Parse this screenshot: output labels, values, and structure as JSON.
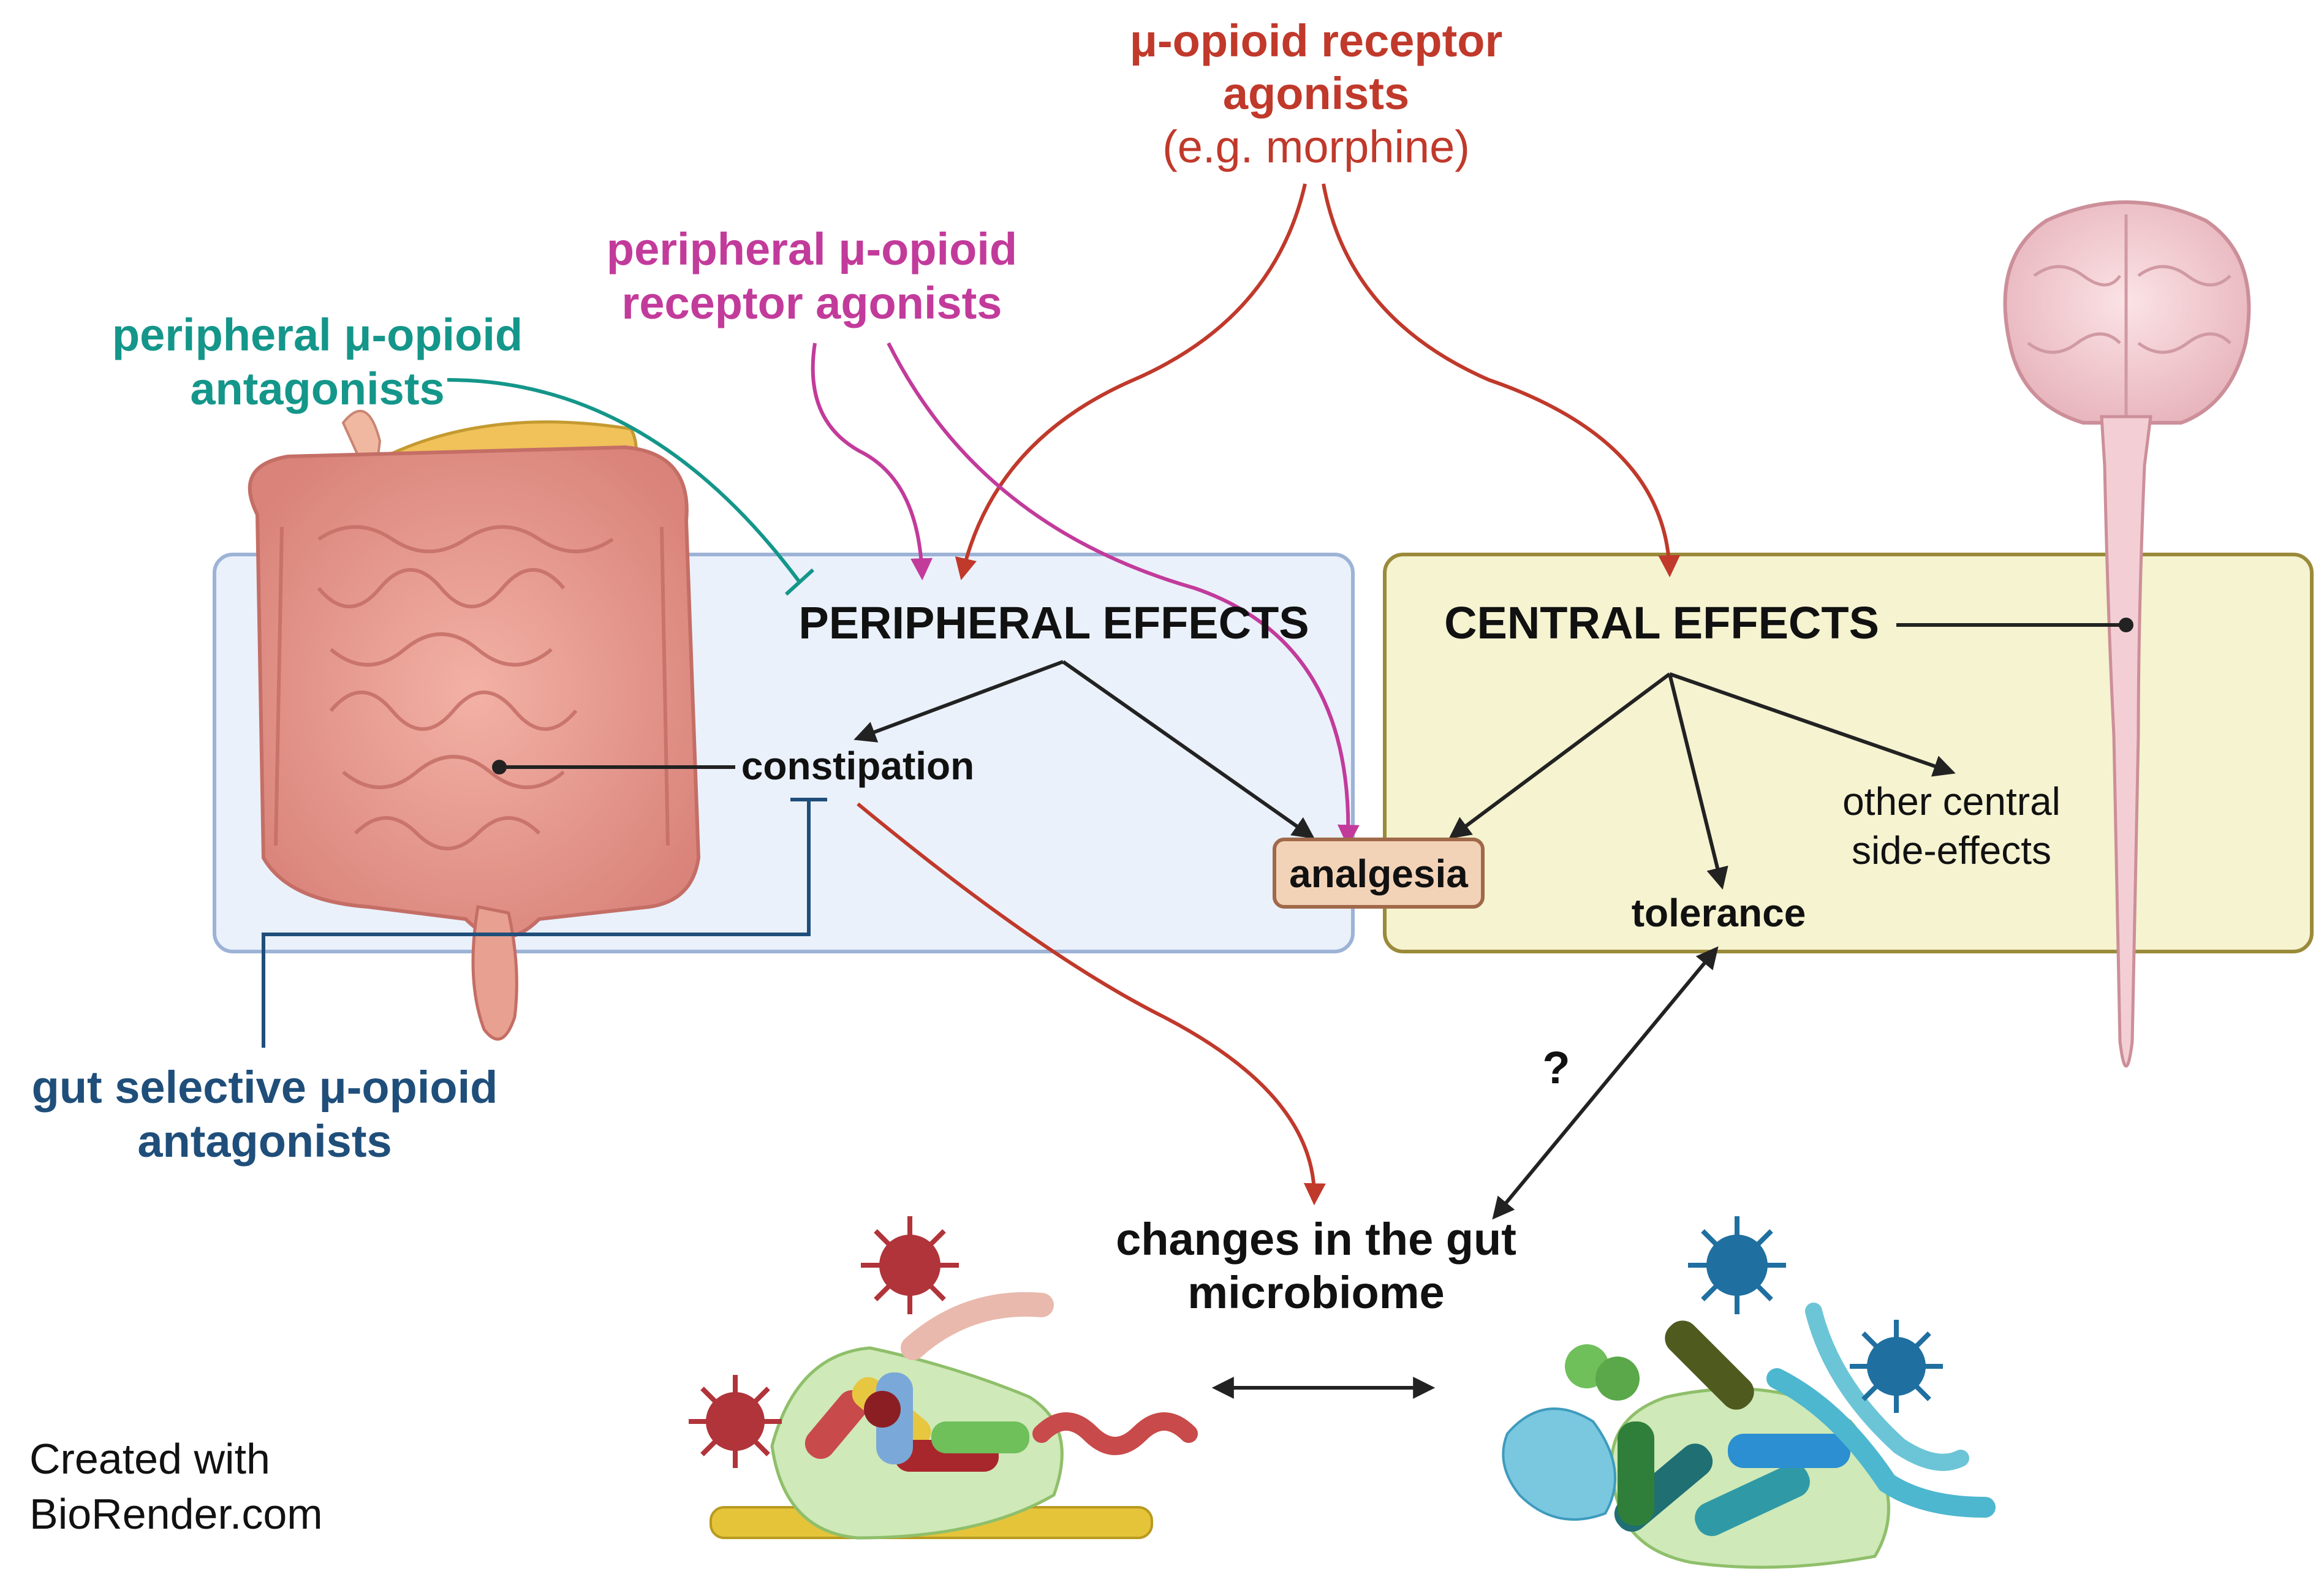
{
  "labels": {
    "mu_agonists_line1": "μ-opioid receptor",
    "mu_agonists_line2": "agonists",
    "mu_agonists_line3": "(e.g. morphine)",
    "peripheral_agonists_line1": "peripheral μ-opioid",
    "peripheral_agonists_line2": "receptor agonists",
    "peripheral_antagonists_line1": "peripheral μ-opioid",
    "peripheral_antagonists_line2": "antagonists",
    "peripheral_effects": "PERIPHERAL EFFECTS",
    "central_effects": "CENTRAL EFFECTS",
    "constipation": "constipation",
    "analgesia": "analgesia",
    "tolerance": "tolerance",
    "other_central_line1": "other central",
    "other_central_line2": "side-effects",
    "gut_selective_line1": "gut selective μ-opioid",
    "gut_selective_line2": "antagonists",
    "question_mark": "?",
    "microbiome_line1": "changes in the gut",
    "microbiome_line2": "microbiome",
    "credit_line1": "Created with",
    "credit_line2": "BioRender.com"
  },
  "colors": {
    "agonist_red": "#c0392b",
    "peripheral_agonist_magenta": "#c23b9b",
    "antagonist_teal": "#14968a",
    "gut_selective_blue": "#1f4e7a",
    "peripheral_box_fill": "#eaf1fb",
    "peripheral_box_stroke": "#9db3d6",
    "central_box_fill": "#f5f3d0",
    "central_box_stroke": "#9a8a3a",
    "analgesia_fill": "#f3d3b8",
    "analgesia_stroke": "#a0694a"
  },
  "icons": [
    "intestine-illustration",
    "brain-spinal-cord-illustration",
    "microbiome-cluster-illustration",
    "virus-icon"
  ]
}
